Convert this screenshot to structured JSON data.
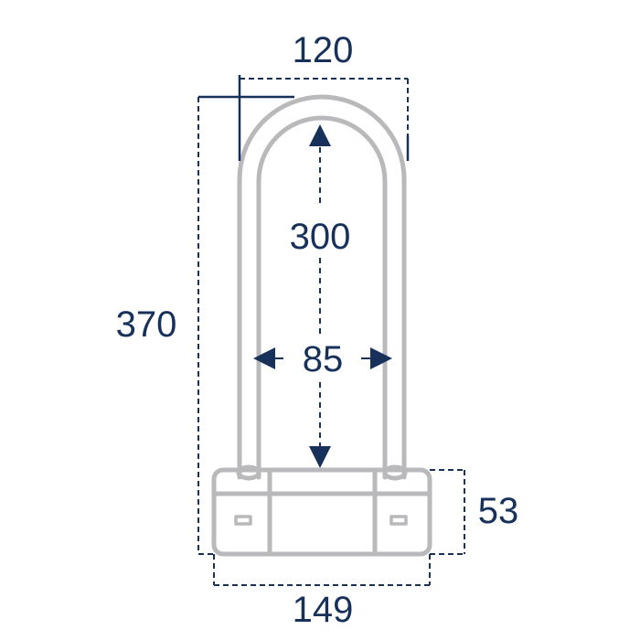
{
  "colors": {
    "outline": "#b9b9bb",
    "dimension": "#17315a",
    "background": "#ffffff"
  },
  "dimensions": {
    "shackle_width": "120",
    "total_height": "370",
    "inner_height": "300",
    "inner_width": "85",
    "body_height": "53",
    "body_width": "149"
  }
}
